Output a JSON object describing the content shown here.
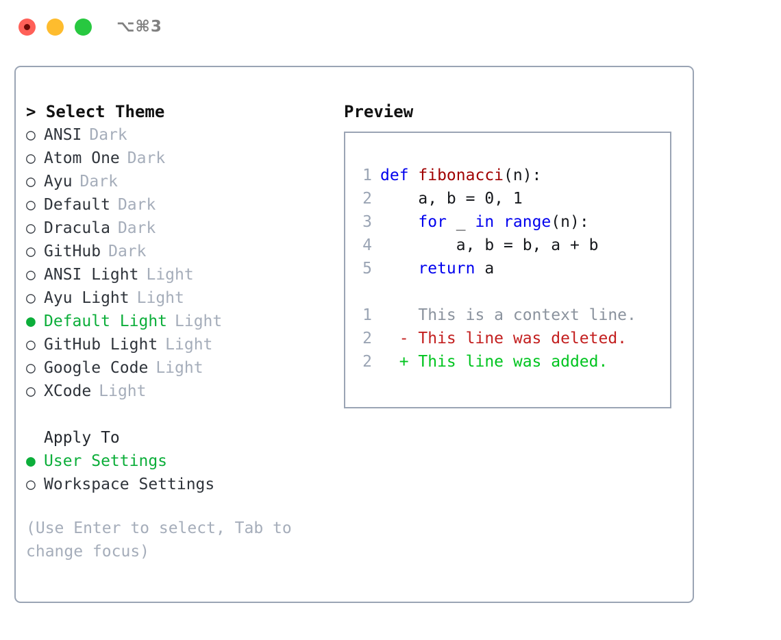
{
  "window": {
    "traffic_lights": [
      "close-button",
      "minimize-button",
      "maximize-button"
    ],
    "shortcut": "⌥⌘3"
  },
  "theme_panel": {
    "heading": "> Select Theme",
    "items": [
      {
        "bullet": "○",
        "label": "ANSI",
        "tag": "Dark",
        "selected": false
      },
      {
        "bullet": "○",
        "label": "Atom One",
        "tag": "Dark",
        "selected": false
      },
      {
        "bullet": "○",
        "label": "Ayu",
        "tag": "Dark",
        "selected": false
      },
      {
        "bullet": "○",
        "label": "Default",
        "tag": "Dark",
        "selected": false
      },
      {
        "bullet": "○",
        "label": "Dracula",
        "tag": "Dark",
        "selected": false
      },
      {
        "bullet": "○",
        "label": "GitHub",
        "tag": "Dark",
        "selected": false
      },
      {
        "bullet": "○",
        "label": "ANSI Light",
        "tag": "Light",
        "selected": false
      },
      {
        "bullet": "○",
        "label": "Ayu Light",
        "tag": "Light",
        "selected": false
      },
      {
        "bullet": "●",
        "label": "Default Light",
        "tag": "Light",
        "selected": true
      },
      {
        "bullet": "○",
        "label": "GitHub Light",
        "tag": "Light",
        "selected": false
      },
      {
        "bullet": "○",
        "label": "Google Code",
        "tag": "Light",
        "selected": false
      },
      {
        "bullet": "○",
        "label": "XCode",
        "tag": "Light",
        "selected": false
      }
    ],
    "apply_to": {
      "heading": "Apply To",
      "items": [
        {
          "bullet": "●",
          "label": "User Settings",
          "selected": true
        },
        {
          "bullet": "○",
          "label": "Workspace Settings",
          "selected": false
        }
      ]
    },
    "hint": "(Use Enter to select, Tab to change focus)"
  },
  "preview_panel": {
    "heading": "Preview",
    "code_lines": [
      {
        "num": "1",
        "tokens": [
          {
            "t": "def ",
            "c": "kw"
          },
          {
            "t": "fibonacci",
            "c": "fn"
          },
          {
            "t": "(n):",
            "c": "pl"
          }
        ]
      },
      {
        "num": "2",
        "tokens": [
          {
            "t": "    a, b = 0, 1",
            "c": "pl"
          }
        ]
      },
      {
        "num": "3",
        "tokens": [
          {
            "t": "    ",
            "c": "pl"
          },
          {
            "t": "for",
            "c": "kw"
          },
          {
            "t": " _ ",
            "c": "pl"
          },
          {
            "t": "in",
            "c": "kw"
          },
          {
            "t": " ",
            "c": "pl"
          },
          {
            "t": "range",
            "c": "kw"
          },
          {
            "t": "(n):",
            "c": "pl"
          }
        ]
      },
      {
        "num": "4",
        "tokens": [
          {
            "t": "        a, b = b, a + b",
            "c": "pl"
          }
        ]
      },
      {
        "num": "5",
        "tokens": [
          {
            "t": "    ",
            "c": "pl"
          },
          {
            "t": "return",
            "c": "kw"
          },
          {
            "t": " a",
            "c": "pl"
          }
        ]
      }
    ],
    "diff_lines": [
      {
        "num": "1",
        "marker": "  ",
        "text": "This is a context line.",
        "kind": "ctx"
      },
      {
        "num": "2",
        "marker": "- ",
        "text": "This line was deleted.",
        "kind": "del"
      },
      {
        "num": "2",
        "marker": "+ ",
        "text": "This line was added.",
        "kind": "add"
      }
    ]
  },
  "colors": {
    "accent_green": "#0cae3a",
    "border": "#9aa4b4",
    "muted": "#a5adba",
    "keyword_blue": "#0000ee",
    "function_red": "#a00000",
    "diff_delete": "#c31f1f",
    "diff_add": "#00c41f"
  }
}
